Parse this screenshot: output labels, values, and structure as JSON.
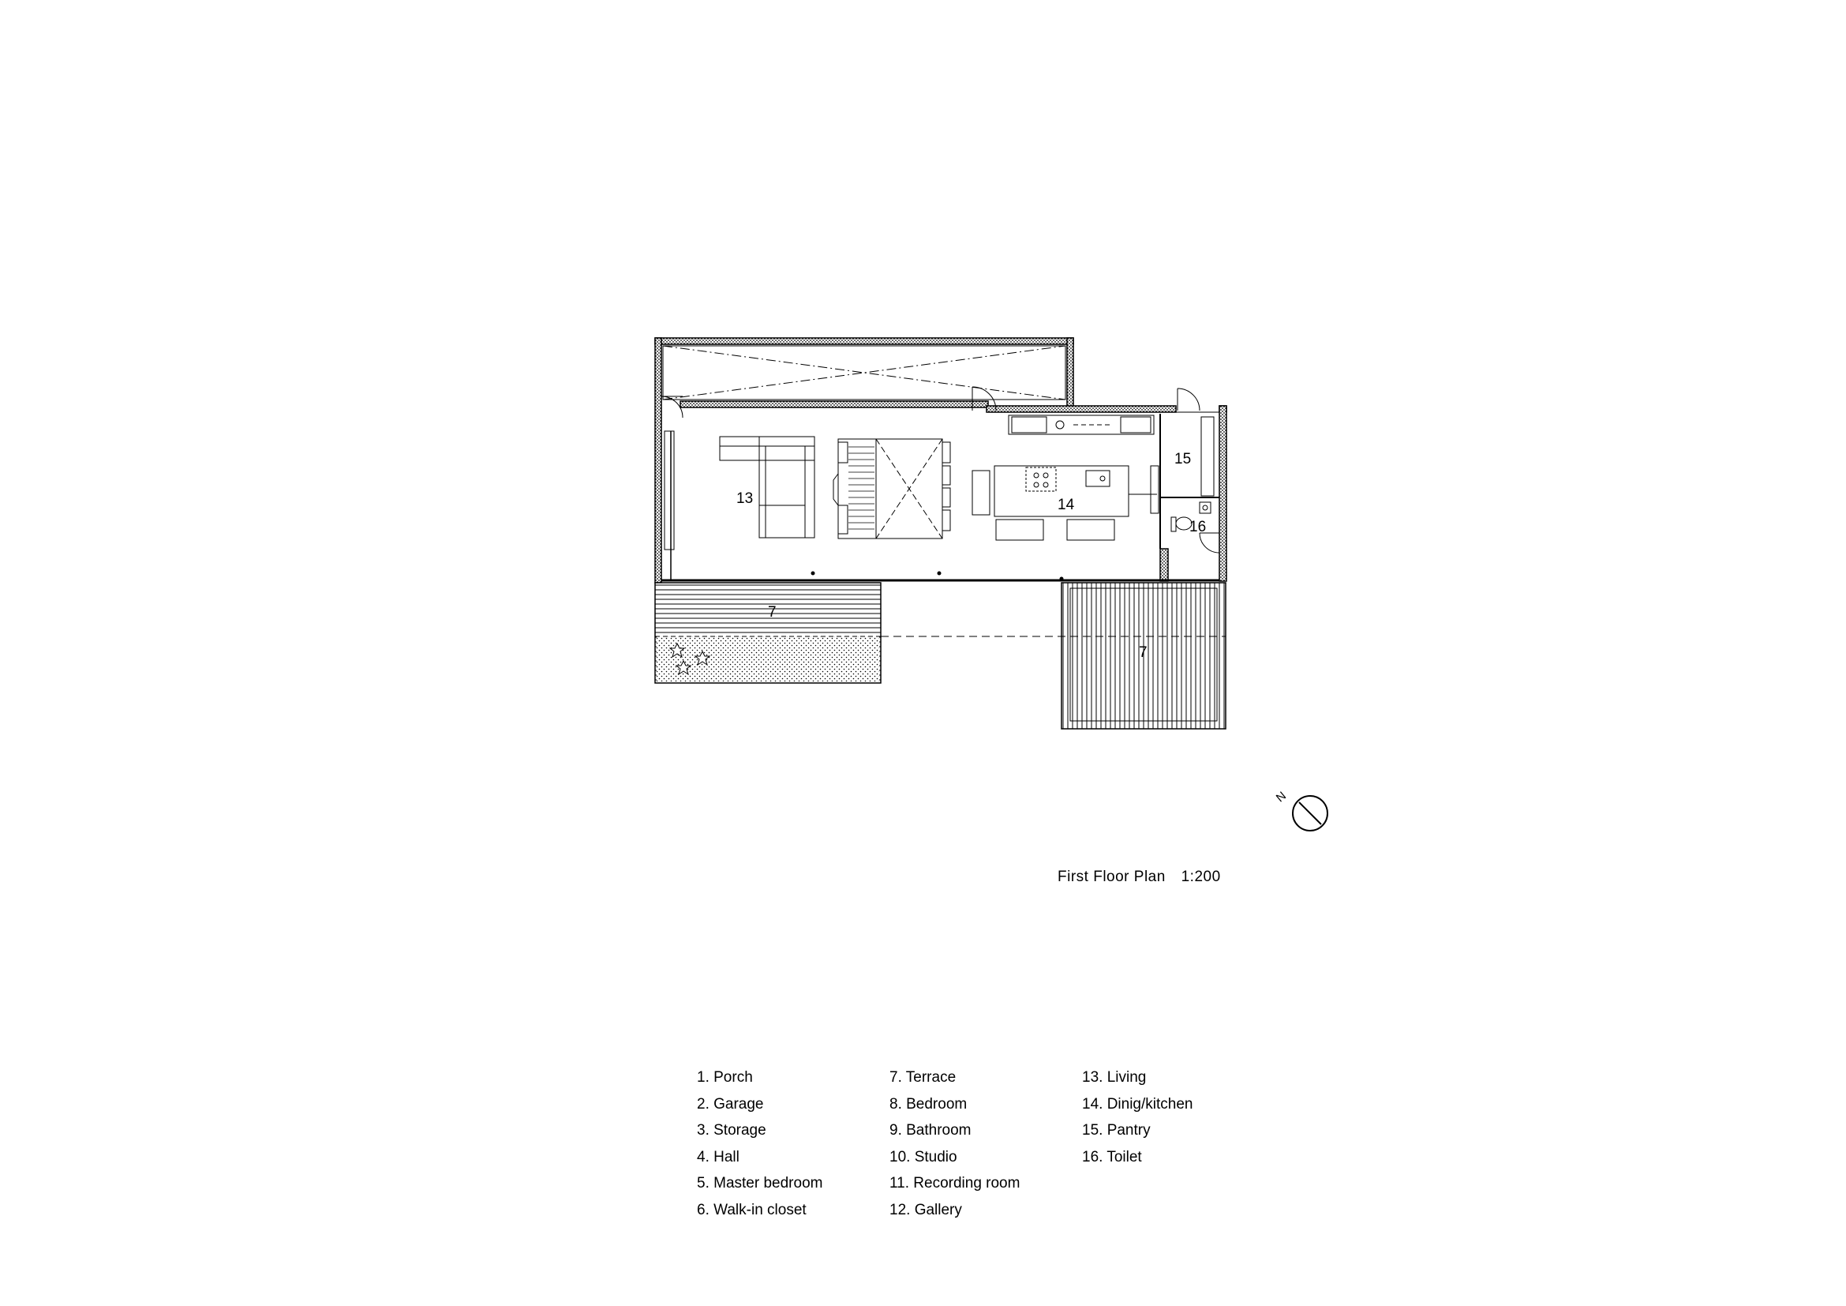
{
  "drawing": {
    "title": "First Floor Plan",
    "scale": "1:200",
    "north_label": "N"
  },
  "rooms": {
    "living": "13",
    "dining_kitchen": "14",
    "pantry": "15",
    "toilet": "16",
    "terrace_left": "7",
    "terrace_right": "7"
  },
  "legend": {
    "columns": [
      [
        "1. Porch",
        "2. Garage",
        "3. Storage",
        "4. Hall",
        "5. Master bedroom",
        "6. Walk-in closet"
      ],
      [
        "7. Terrace",
        "8. Bedroom",
        "9. Bathroom",
        "10. Studio",
        "11. Recording room",
        "12. Gallery"
      ],
      [
        "13. Living",
        "14. Dinig/kitchen",
        "15. Pantry",
        "16. Toilet"
      ]
    ]
  }
}
